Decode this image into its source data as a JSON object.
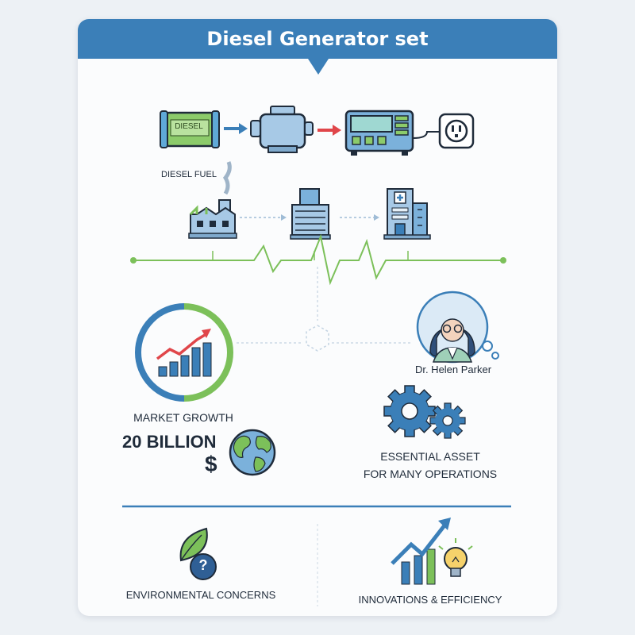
{
  "title": "Diesel Generator set",
  "flow": {
    "tank_text": "DIESEL",
    "fuel_label": "DIESEL FUEL"
  },
  "market": {
    "label": "MARKET GROWTH",
    "value": "20 BILLION",
    "currency": "$"
  },
  "expert": {
    "name": "Dr. Helen Parker"
  },
  "asset": {
    "line1": "ESSENTIAL ASSET",
    "line2": "FOR MANY OPERATIONS"
  },
  "bottom": {
    "environment": "ENVIRONMENTAL CONCERNS",
    "innovation": "INNOVATIONS & EFFICIENCY",
    "question_mark": "?"
  },
  "colors": {
    "primary": "#3b7fb8",
    "green": "#7cc05a",
    "red": "#e0464a",
    "dark": "#1f2b3a"
  }
}
